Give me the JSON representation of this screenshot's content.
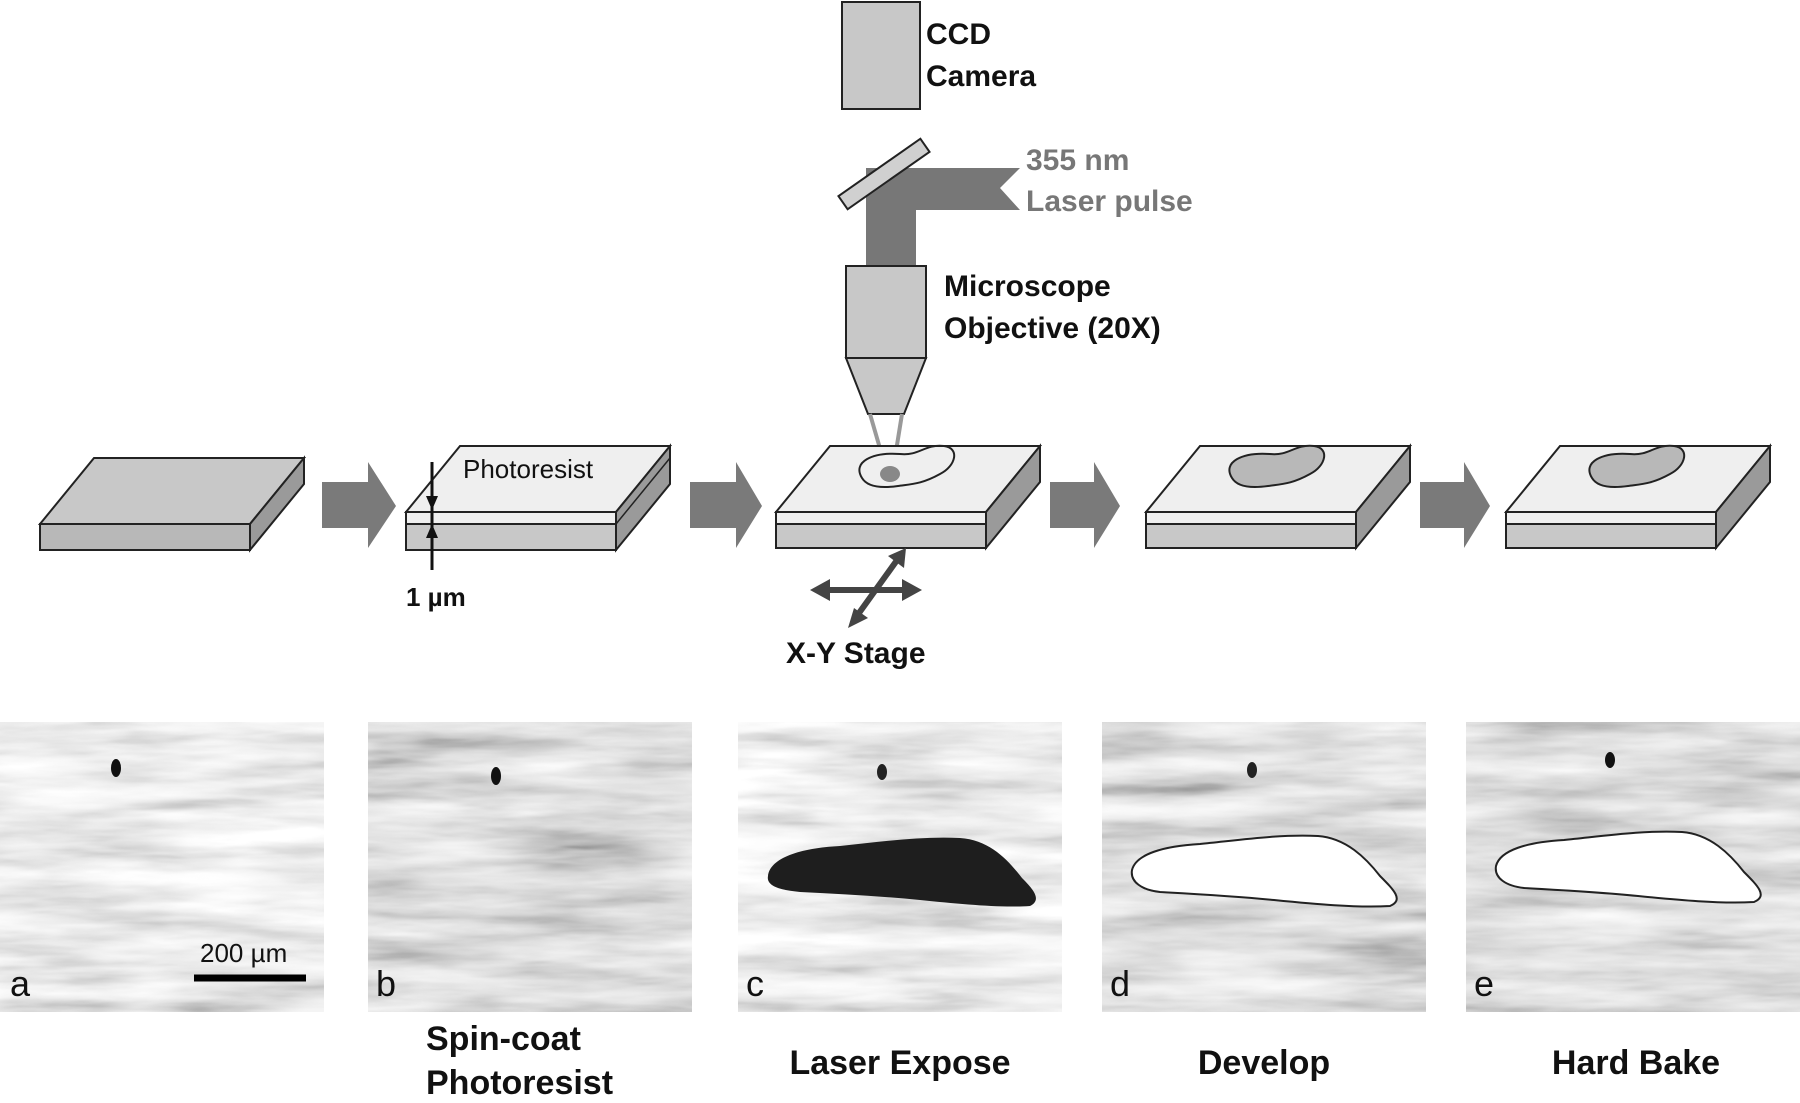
{
  "apparatus": {
    "camera_label_line1": "CCD",
    "camera_label_line2": "Camera",
    "laser_label_line1": "355 nm",
    "laser_label_line2": "Laser pulse",
    "objective_label_line1": "Microscope",
    "objective_label_line2": "Objective (20X)",
    "stage_label": "X-Y Stage"
  },
  "process": {
    "photoresist_label": "Photoresist",
    "thickness_label": "1 µm"
  },
  "micrographs": {
    "panels": [
      {
        "letter": "a",
        "caption_line1": "",
        "caption_line2": ""
      },
      {
        "letter": "b",
        "caption_line1": "Spin-coat",
        "caption_line2": "Photoresist"
      },
      {
        "letter": "c",
        "caption_line1": "Laser Expose",
        "caption_line2": ""
      },
      {
        "letter": "d",
        "caption_line1": "Develop",
        "caption_line2": ""
      },
      {
        "letter": "e",
        "caption_line1": "Hard Bake",
        "caption_line2": ""
      }
    ],
    "scale_bar_label": "200 µm"
  },
  "colors": {
    "substrate": "#c8c8c8",
    "photoresist": "#efefef",
    "arrow": "#7a7a7a",
    "exposed": "#1e1e1e",
    "developed": "#ffffff"
  }
}
